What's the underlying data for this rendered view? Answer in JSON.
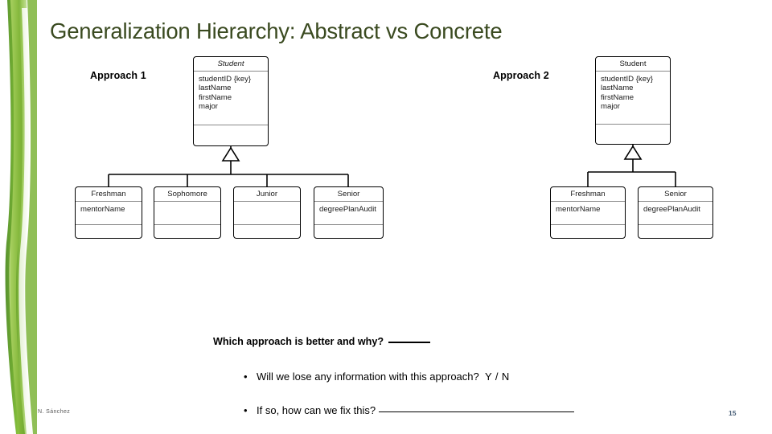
{
  "slide": {
    "title": "Generalization Hierarchy: Abstract vs Concrete",
    "title_color": "#3a4a20",
    "background": "#ffffff",
    "page_number": "15",
    "author": "N. Sánchez"
  },
  "decoration": {
    "name": "green-blade-stripe",
    "colors": [
      "#8cc63f",
      "#5f9e2f",
      "#d9ebc4",
      "#ffffff"
    ]
  },
  "approach1": {
    "label": "Approach 1",
    "superclass": {
      "name": "Student",
      "abstract": true,
      "attributes": [
        "studentID {key}",
        "lastName",
        "firstName",
        "major"
      ],
      "operations": []
    },
    "subclasses": [
      {
        "name": "Freshman",
        "attributes": [
          "mentorName"
        ],
        "operations": []
      },
      {
        "name": "Sophomore",
        "attributes": [],
        "operations": []
      },
      {
        "name": "Junior",
        "attributes": [],
        "operations": []
      },
      {
        "name": "Senior",
        "attributes": [
          "degreePlanAudit"
        ],
        "operations": []
      }
    ]
  },
  "approach2": {
    "label": "Approach 2",
    "superclass": {
      "name": "Student",
      "abstract": false,
      "attributes": [
        "studentID {key}",
        "lastName",
        "firstName",
        "major"
      ],
      "operations": []
    },
    "subclasses": [
      {
        "name": "Freshman",
        "attributes": [
          "mentorName"
        ],
        "operations": []
      },
      {
        "name": "Senior",
        "attributes": [
          "degreePlanAudit"
        ],
        "operations": []
      }
    ]
  },
  "questions": {
    "main": "Which approach is better and why?",
    "bullets": [
      {
        "marker": "•",
        "text": "Will we lose any information with this approach?",
        "suffix": "Y / N",
        "has_blank": false
      },
      {
        "marker": "•",
        "text": "If so, how can we fix this?",
        "suffix": "",
        "has_blank": true
      }
    ]
  }
}
